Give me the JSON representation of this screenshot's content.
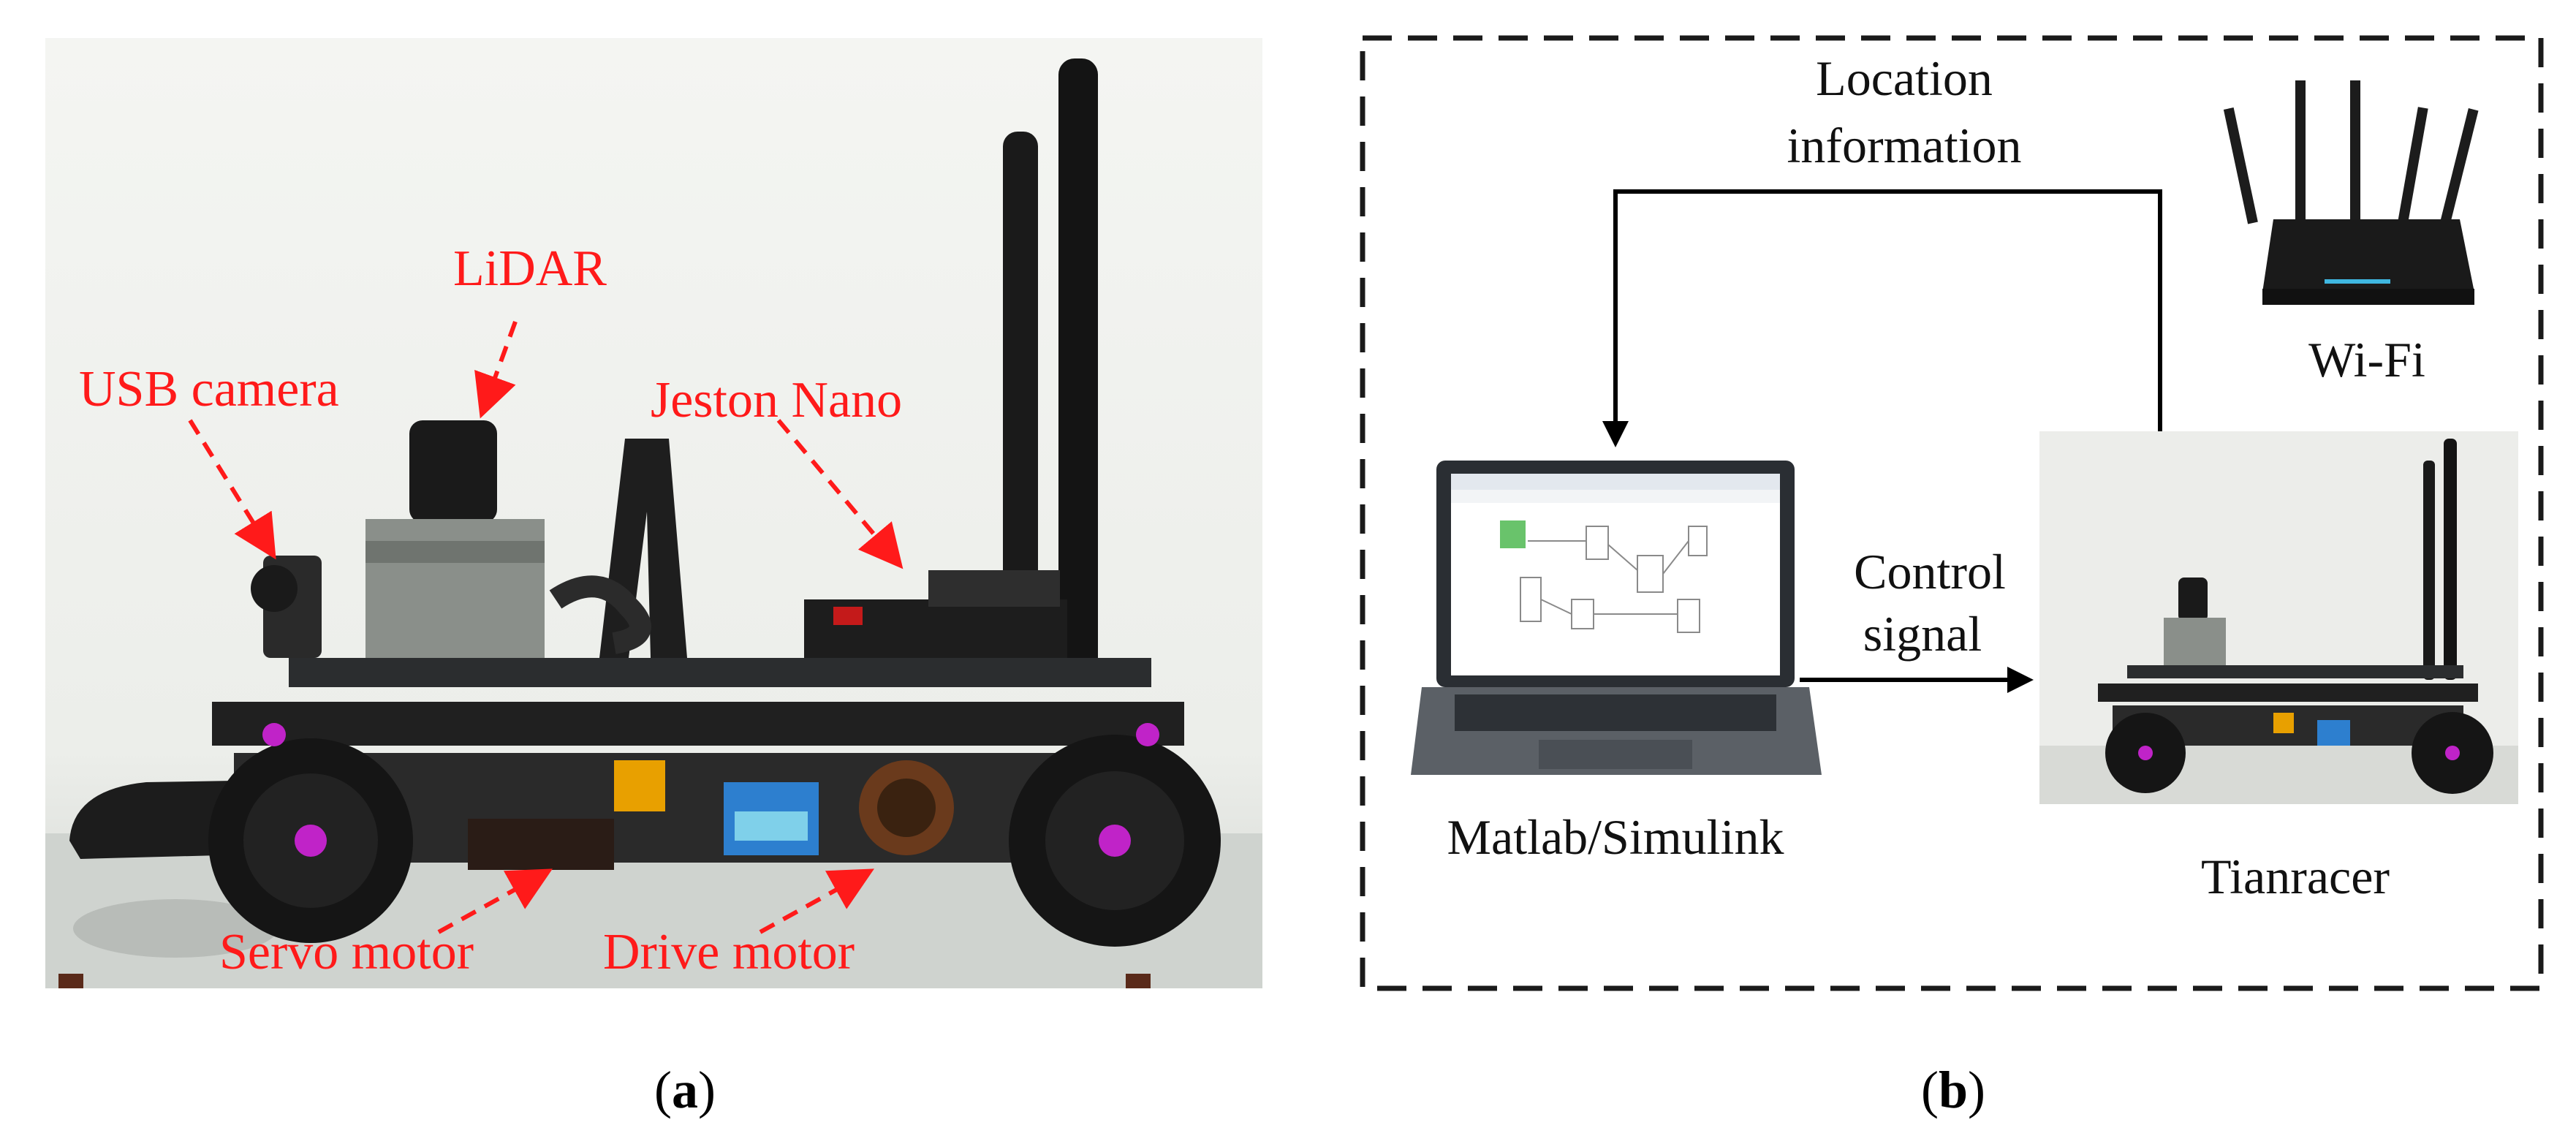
{
  "panel_a": {
    "labels": {
      "lidar": "LiDAR",
      "usb_camera": "USB camera",
      "jetson_nano": "Jeston Nano",
      "servo_motor": "Servo motor",
      "drive_motor": "Drive motor"
    },
    "caption_open": "(",
    "caption_letter": "a",
    "caption_close": ")",
    "label_color": "#ff1a1a"
  },
  "panel_b": {
    "location_line1": "Location",
    "location_line2": "information",
    "control_line1": "Control",
    "control_line2": "signal",
    "wifi": "Wi-Fi",
    "matlab": "Matlab/Simulink",
    "tianracer": "Tianracer",
    "caption_open": "(",
    "caption_letter": "b",
    "caption_close": ")"
  },
  "icons": [
    "robot-car-photo",
    "wifi-router-icon",
    "laptop-icon",
    "robot-car-thumbnail-icon"
  ]
}
